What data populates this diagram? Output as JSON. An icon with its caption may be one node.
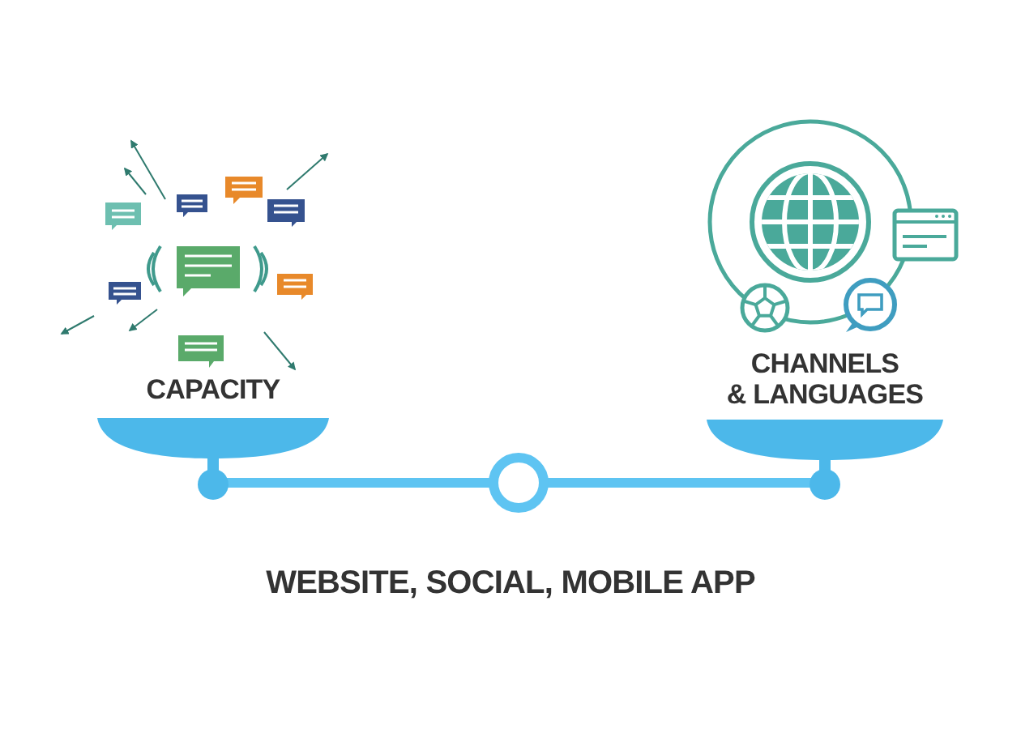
{
  "diagram": {
    "caption": "WEBSITE, SOCIAL, MOBILE APP",
    "labels": [
      "CAPACITY",
      "CHANNELS & LANGUAGES"
    ]
  }
}
